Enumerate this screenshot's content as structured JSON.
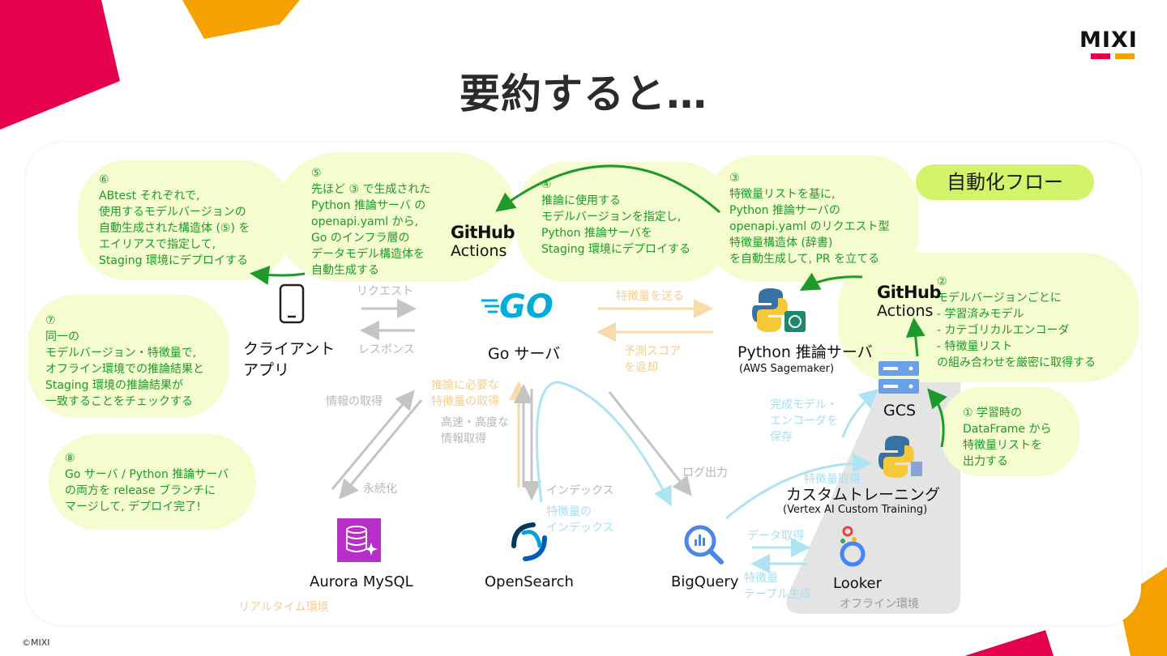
{
  "title": "要約すると…",
  "logo": "MIXI",
  "copyright": "©MIXI",
  "badge_label": "自動化フロー",
  "bubbles": [
    {
      "id": "6",
      "text": "⑥\nABtest それぞれで,\n使用するモデルバージョンの\n自動生成された構造体 (⑤) を\nエイリアスで指定して,\nStaging 環境にデプロイする"
    },
    {
      "id": "5",
      "text": "⑤\n先ほど ③ で生成された\nPython 推論サーバ の\nopenapi.yaml から,\nGo のインフラ層の\nデータモデル構造体を\n自動生成する"
    },
    {
      "id": "4",
      "text": "④\n推論に使用する\nモデルバージョンを指定し,\nPython 推論サーバを\nStaging 環境にデプロイする"
    },
    {
      "id": "3",
      "text": "③\n特徴量リストを基に,\nPython 推論サーバの\nopenapi.yaml のリクエスト型\n特徴量構造体 (辞書)\nを自動生成して, PR を立てる"
    },
    {
      "id": "2",
      "text": "②\nモデルバージョンごとに\n- 学習済みモデル\n- カテゴリカルエンコーダ\n- 特徴量リスト\nの組み合わせを厳密に取得する"
    },
    {
      "id": "7",
      "text": "⑦\n同一の\nモデルバージョン・特徴量で,\nオフライン環境での推論結果と\nStaging 環境の推論結果が\n一致することをチェックする"
    },
    {
      "id": "8",
      "text": "⑧\nGo サーバ / Python 推論サーバ\nの両方を release ブランチに\nマージして, デプロイ完了!"
    },
    {
      "id": "1",
      "text": "① 学習時の\nDataFrame から\n特徴量リストを\n出力する"
    }
  ],
  "nodes": {
    "client": "クライアント\nアプリ",
    "go_server": "Go サーバ",
    "go_logo": "GO",
    "python_server": "Python 推論サーバ",
    "python_sub": "(AWS Sagemaker)",
    "gcs": "GCS",
    "custom_training": "カスタムトレーニング",
    "custom_training_sub": "(Vertex AI Custom Training)",
    "aurora": "Aurora MySQL",
    "opensearch": "OpenSearch",
    "bigquery": "BigQuery",
    "looker": "Looker",
    "github_top_1": "GitHub",
    "github_top_2": "Actions",
    "github_right_1": "GitHub",
    "github_right_2": "Actions"
  },
  "edge_labels": {
    "request": "リクエスト",
    "response": "レスポンス",
    "send_features": "特徴量を送る",
    "return_score": "予測スコア\nを返却",
    "info_fetch": "情報の取得",
    "persist": "永続化",
    "needed_features": "推論に必要な\n特徴量の取得",
    "fast_fetch": "高速・高度な\n情報取得",
    "index": "インデックス",
    "feature_index": "特徴量の\nインデックス",
    "log_output": "ログ出力",
    "save_model": "完成モデル・\nエンコーダを\n保存",
    "feature_fetch": "特徴量取得",
    "data_fetch": "データ取得",
    "feature_table": "特徴量\nテーブル生成",
    "realtime_env": "リアルタイム環境",
    "offline_env": "オフライン環境"
  },
  "colors": {
    "accent_green": "#1f9a2a",
    "bubble_bg": "#f4fcd0",
    "badge_bg": "#d3f36b",
    "deco_red": "#e5004f",
    "deco_orange": "#f5a200"
  }
}
